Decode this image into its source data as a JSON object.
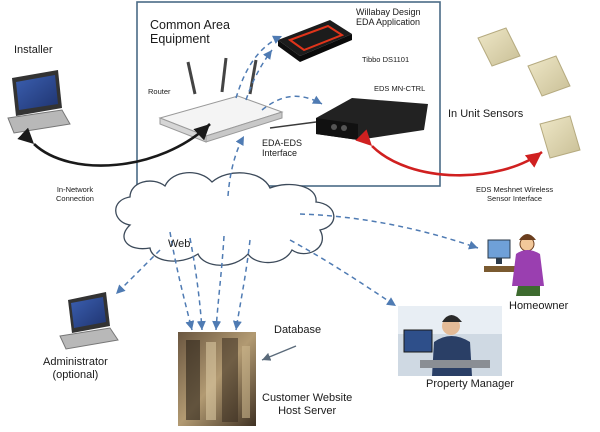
{
  "common_area": {
    "title_line1": "Common Area",
    "title_line2": "Equipment",
    "router_label": "Router",
    "willabay_line1": "Willabay Design",
    "willabay_line2": "EDA Application",
    "tibbo_label": "Tibbo DS1101",
    "eds_ctrl_label": "EDS MN-CTRL",
    "eda_eds_line1": "EDA-EDS",
    "eda_eds_line2": "Interface"
  },
  "nodes": {
    "installer": "Installer",
    "in_unit_sensors": "In Unit Sensors",
    "web": "Web",
    "homeowner": "Homeowner",
    "administrator_line1": "Administrator",
    "administrator_line2": "(optional)",
    "database": "Database",
    "host_line1": "Customer Website",
    "host_line2": "Host Server",
    "property_manager": "Property Manager"
  },
  "connections": {
    "in_network_line1": "In-Network",
    "in_network_line2": "Connection",
    "meshnet_line1": "EDS Meshnet Wireless",
    "meshnet_line2": "Sensor Interface"
  },
  "colors": {
    "box_border": "#4a6a86",
    "dashed_arrow": "#4f7bb3",
    "black_arrow": "#1a1a1a",
    "red_arrow": "#d02020"
  }
}
